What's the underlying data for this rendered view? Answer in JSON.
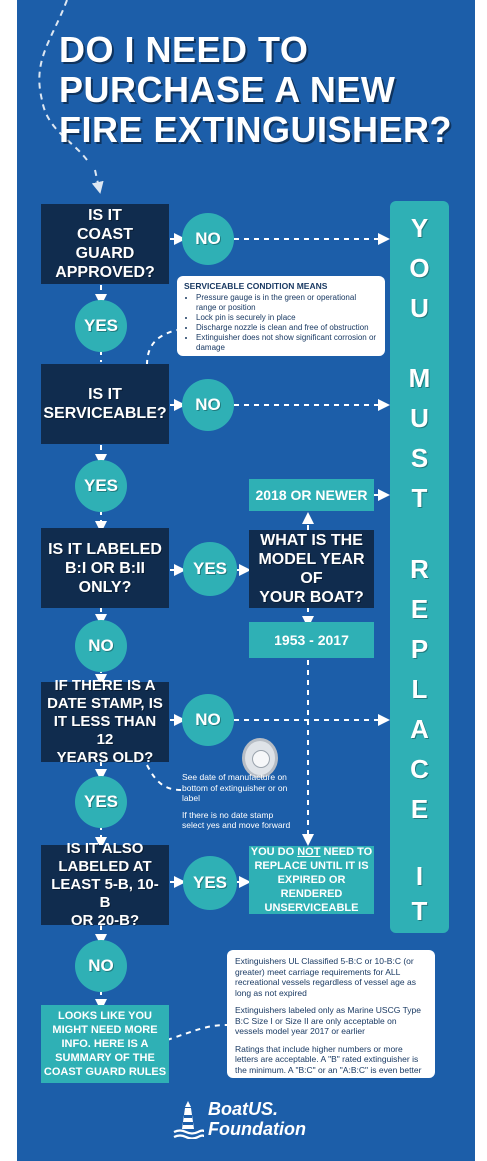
{
  "title": [
    "DO I NEED TO",
    "PURCHASE A NEW",
    "FIRE EXTINGUISHER?"
  ],
  "questions": {
    "q1": [
      "IS IT",
      "COAST GUARD",
      "APPROVED?"
    ],
    "q2": [
      "IS IT",
      "SERVICEABLE?"
    ],
    "q3": [
      "IS IT LABELED",
      "B:I OR B:II",
      "ONLY?"
    ],
    "q4": [
      "IF THERE IS A",
      "DATE STAMP, IS",
      "IT LESS THAN 12",
      "YEARS OLD?"
    ],
    "q5": [
      "IS IT ALSO",
      "LABELED AT",
      "LEAST 5-B, 10-B",
      "OR 20-B?"
    ],
    "model_year": [
      "WHAT IS THE",
      "MODEL YEAR OF",
      "YOUR BOAT?"
    ]
  },
  "answers": {
    "no_1": "NO",
    "yes_1": "YES",
    "no_2": "NO",
    "yes_2": "YES",
    "yes_3": "YES",
    "no_3": "NO",
    "no_4": "NO",
    "yes_4": "YES",
    "yes_5": "YES",
    "no_5": "NO"
  },
  "year_options": {
    "newer": "2018 OR NEWER",
    "older": "1953 - 2017"
  },
  "replace_bar": [
    "Y",
    "O",
    "U",
    "M",
    "U",
    "S",
    "T",
    "R",
    "E",
    "P",
    "L",
    "A",
    "C",
    "E",
    "I",
    "T"
  ],
  "no_need": {
    "line1": "YOU DO ",
    "not": "NOT",
    "line1b": " NEED TO",
    "line2": "REPLACE UNTIL IT IS",
    "line3": "EXPIRED OR RENDERED",
    "line4": "UNSERVICEABLE"
  },
  "serviceable_note": {
    "heading": "SERVICEABLE CONDITION MEANS",
    "items": [
      "Pressure gauge is in the green or operational range or position",
      "Lock pin is securely in place",
      "Discharge nozzle is clean and free of obstruction",
      "Extinguisher does not show significant corrosion or damage"
    ]
  },
  "date_note": [
    "See date of manufacture on bottom of extinguisher or on label",
    "If there is no date stamp select yes and move forward"
  ],
  "summary_box": [
    "LOOKS LIKE YOU",
    "MIGHT NEED MORE",
    "INFO. HERE IS A",
    "SUMMARY OF THE",
    "COAST GUARD RULES"
  ],
  "rules_note": [
    "Extinguishers UL Classified 5-B:C or 10-B:C (or greater) meet carriage requirements for ALL recreational vessels regardless of vessel age as long as not expired",
    "Extinguishers labeled only as Marine USCG Type B:C Size I or Size II are only acceptable on vessels model year 2017 or earlier",
    "Ratings that include higher numbers or more letters are acceptable. A \"B\" rated extinguisher is the minimum. A \"B:C\" or an \"A:B:C\" is even better"
  ],
  "logo": {
    "line1": "BoatUS.",
    "line2": "Foundation"
  },
  "icons": {
    "gauge": "extinguisher-gauge-icon",
    "logo_mark": "lighthouse-logo-icon"
  },
  "colors": {
    "background": "#1c5ea9",
    "dark_box": "#102c4e",
    "teal": "#2fb0b5",
    "white": "#ffffff"
  }
}
